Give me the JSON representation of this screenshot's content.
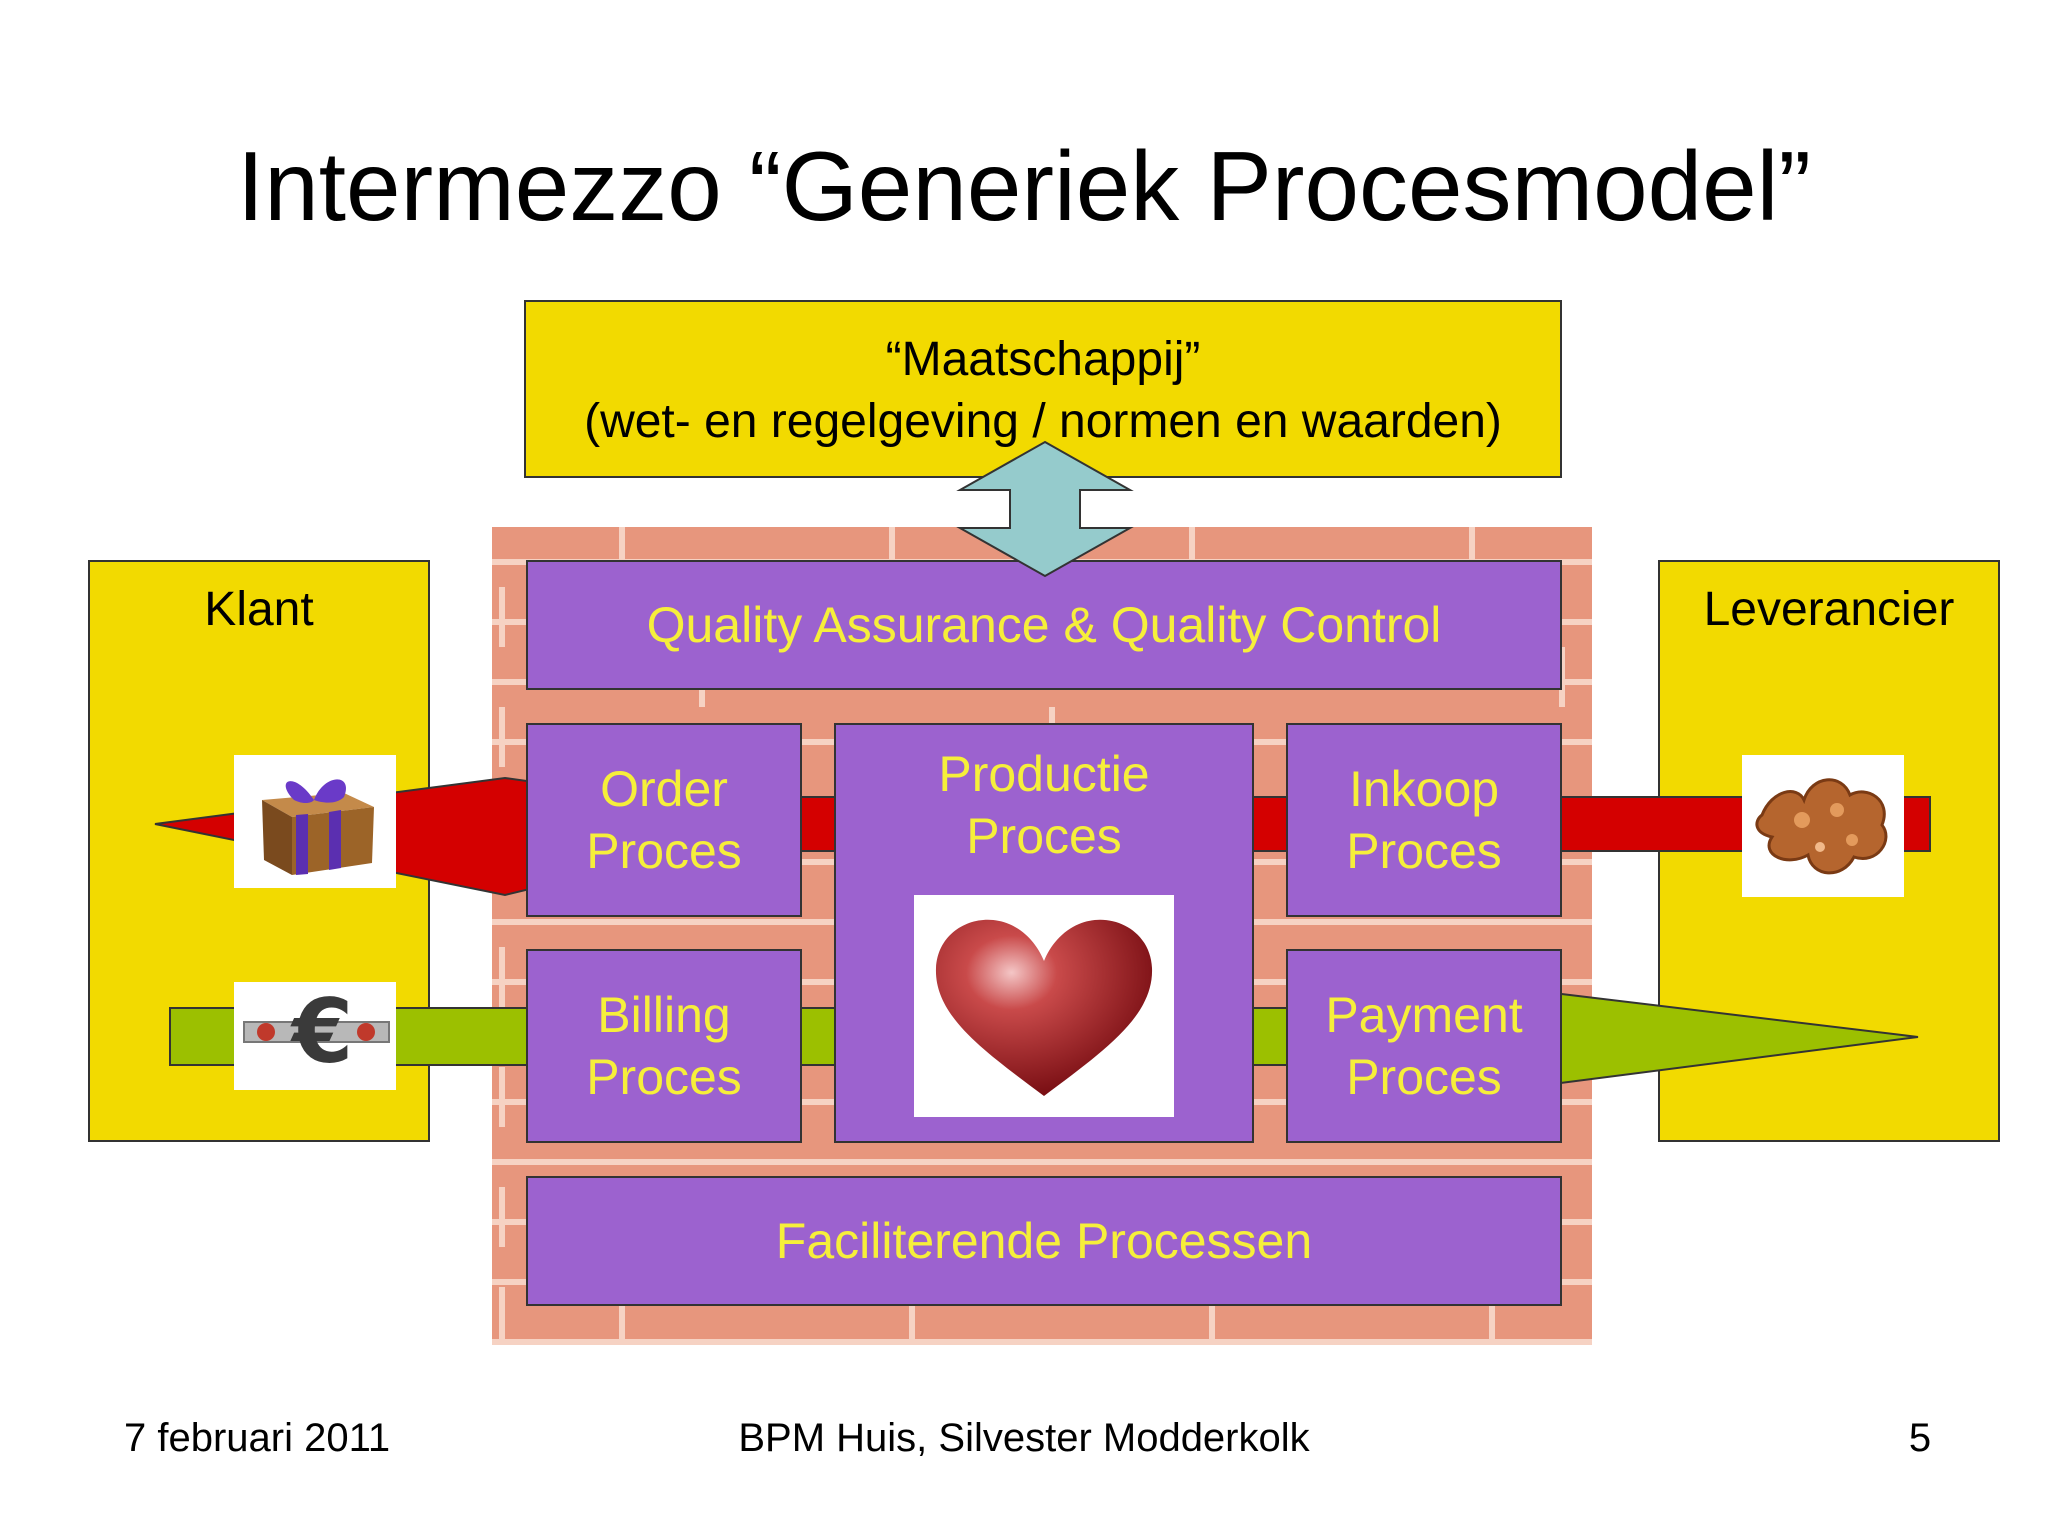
{
  "title": "Intermezzo “Generiek Procesmodel”",
  "society": {
    "line1": "“Maatschappij”",
    "line2": "(wet- en regelgeving / normen en waarden)"
  },
  "klant_label": "Klant",
  "leverancier_label": "Leverancier",
  "processes": {
    "qa": "Quality Assurance & Quality Control",
    "order": [
      "Order",
      "Proces"
    ],
    "productie": [
      "Productie",
      "Proces"
    ],
    "inkoop": [
      "Inkoop",
      "Proces"
    ],
    "billing": [
      "Billing",
      "Proces"
    ],
    "payment": [
      "Payment",
      "Proces"
    ],
    "faciliterend": "Faciliterende Processen"
  },
  "footer": {
    "date": "7 februari 2011",
    "center": "BPM Huis, Silvester Modderkolk",
    "page": "5"
  },
  "colors": {
    "yellow": "#f2da00",
    "purple": "#9c62cf",
    "process_text": "#f6ef3a",
    "goods_arrow": "#d40000",
    "money_arrow": "#9cc000",
    "society_arrow": "#95cbcc",
    "brick": "#e7967d"
  },
  "icons": [
    "gift-icon",
    "euro-pipe-icon",
    "heart-icon",
    "copper-ore-icon"
  ]
}
